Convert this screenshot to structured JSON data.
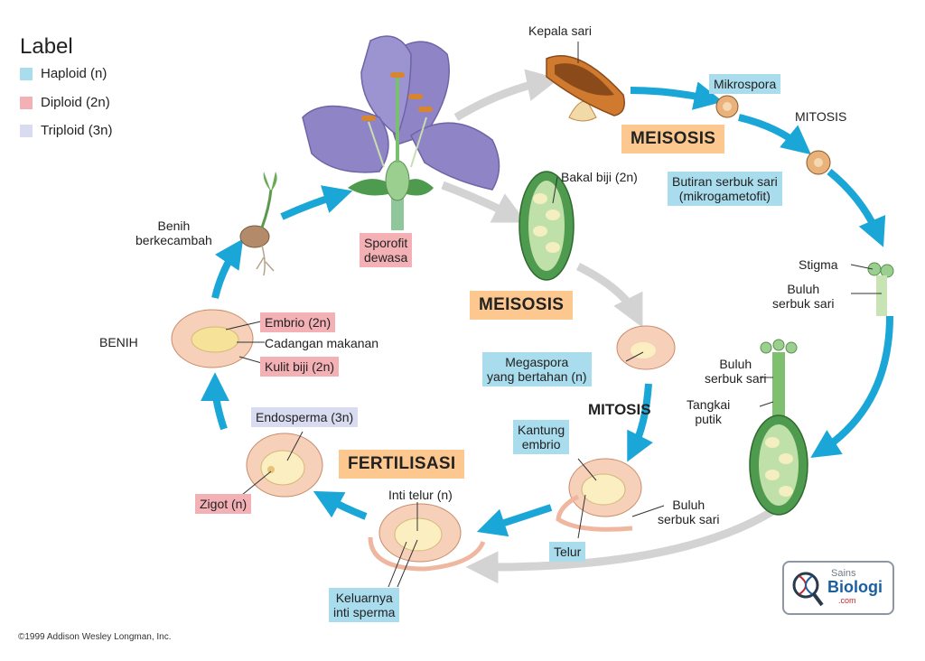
{
  "legend": {
    "title": "Label",
    "items": [
      {
        "label": "Haploid (n)",
        "color": "#a9dced"
      },
      {
        "label": "Diploid (2n)",
        "color": "#f3b1b6"
      },
      {
        "label": "Triploid (3n)",
        "color": "#d9dcf0"
      }
    ]
  },
  "labels": {
    "kepala_sari": "Kepala sari",
    "mikrospora": "Mikrospora",
    "mitosis_top": "MITOSIS",
    "meiosis_top": "MEISOSIS",
    "butiran": "Butiran serbuk sari\n(mikrogametofit)",
    "bakal_biji": "Bakal biji (2n)",
    "stigma": "Stigma",
    "buluh_serbuk_sari_1": "Buluh\nserbuk sari",
    "sporofit": "Sporofit\ndewasa",
    "benih_berkecambah": "Benih\nberkecambah",
    "meiosis_mid": "MEISOSIS",
    "benih": "BENIH",
    "embrio": "Embrio (2n)",
    "cadangan": "Cadangan makanan",
    "kulit_biji": "Kulit biji (2n)",
    "megaspora": "Megaspora\nyang bertahan (n)",
    "buluh_serbuk_sari_2": "Buluh\nserbuk sari",
    "tangkai_putik": "Tangkai\nputik",
    "mitosis_mid": "MITOSIS",
    "kantung_embrio": "Kantung\nembrio",
    "endosperma": "Endosperma (3n)",
    "fertilisasi": "FERTILISASI",
    "inti_telur": "Inti telur (n)",
    "zigot": "Zigot (n)",
    "buluh_serbuk_sari_3": "Buluh\nserbuk sari",
    "telur": "Telur",
    "keluarnya": "Keluarnya\ninti sperma"
  },
  "logo": {
    "line1": "Sains",
    "line2": "Biologi",
    "line3": ".com"
  },
  "copyright": "©1999 Addison Wesley Longman, Inc."
}
